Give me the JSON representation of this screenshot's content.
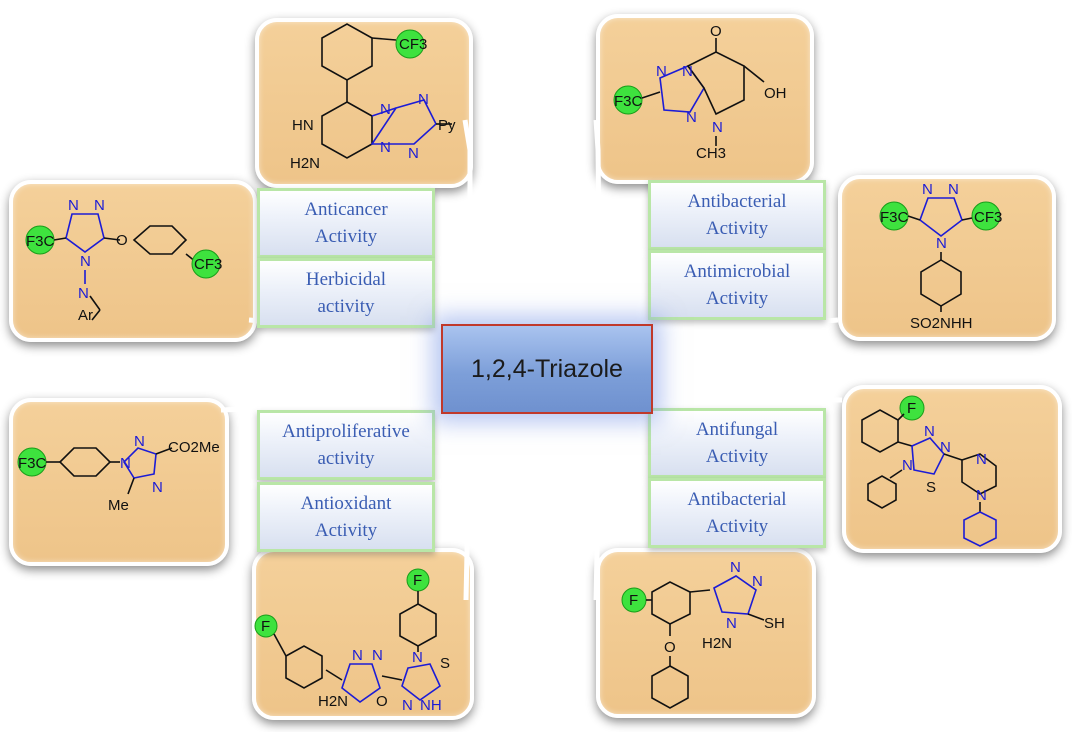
{
  "center": {
    "label": "1,2,4-Triazole"
  },
  "activities": {
    "anticancer": [
      "Anticancer",
      "Activity"
    ],
    "herbicidal": [
      "Herbicidal",
      "activity"
    ],
    "antibacterial_top": [
      "Antibacterial",
      "Activity"
    ],
    "antimicrobial": [
      "Antimicrobial",
      "Activity"
    ],
    "antiproliferative": [
      "Antiproliferative",
      "activity"
    ],
    "antioxidant": [
      "Antioxidant",
      "Activity"
    ],
    "antifungal": [
      "Antifungal",
      "Activity"
    ],
    "antibacterial_bottom": [
      "Antibacterial",
      "Activity"
    ]
  },
  "structure_labels": {
    "cf3": "CF3",
    "f3c": "F3C",
    "f": "F",
    "n": "N",
    "hn": "HN",
    "h2n": "H2N",
    "py": "Py",
    "o": "O",
    "oh": "OH",
    "ch3": "CH3",
    "ar": "Ar",
    "so2nhh": "SO2NHH",
    "co2me": "CO2Me",
    "me": "Me",
    "s": "S",
    "sh": "SH",
    "nh": "NH"
  },
  "colors": {
    "panel": "#eec489",
    "label_text": "#3a5db3",
    "label_border": "#b9e6a7",
    "center_fill": "#7d9fd9",
    "heteroatom": "#1c1cd6",
    "highlight": "#3ee23e"
  }
}
